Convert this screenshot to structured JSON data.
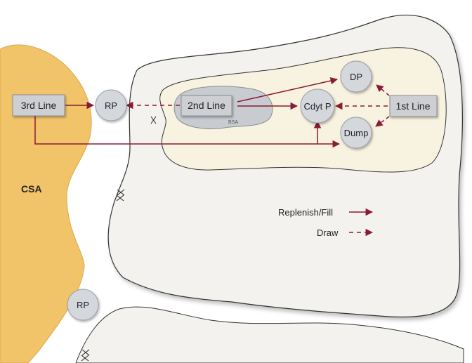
{
  "area_labels": {
    "csa": "CSA",
    "bsa": "BSA"
  },
  "lines": {
    "third": "3rd Line",
    "second": "2nd Line",
    "first": "1st Line"
  },
  "points": {
    "rp_top": "RP",
    "rp_bottom": "RP",
    "dp": "DP",
    "cdyt": "Cdyt P",
    "dump": "Dump"
  },
  "legend": {
    "replenish": "Replenish/Fill",
    "draw": "Draw"
  },
  "colors": {
    "csa_fill": "#f2c46a",
    "arrow": "#8b1a32",
    "area_fill": "#f4f2ee",
    "inner_fill": "#f8f2e0",
    "node_fill": "#d4d8dd",
    "box_fill": "#cdcfd2"
  }
}
